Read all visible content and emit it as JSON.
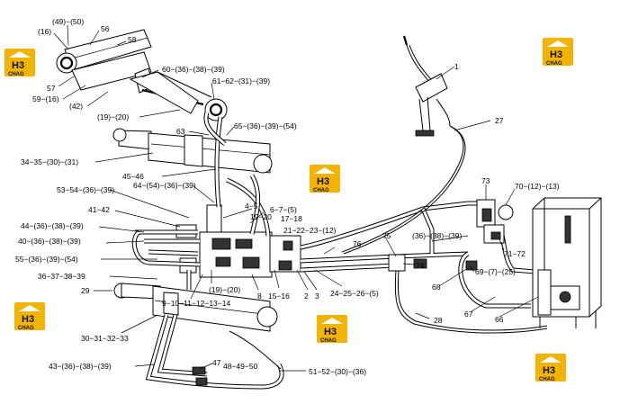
{
  "watermark": {
    "brand_sub": "CHAG"
  },
  "callouts": [
    {
      "id": "c1",
      "text": "(49)−(50)"
    },
    {
      "id": "c2",
      "text": "(16)"
    },
    {
      "id": "c3",
      "text": "56"
    },
    {
      "id": "c4",
      "text": "58"
    },
    {
      "id": "c5",
      "text": "57"
    },
    {
      "id": "c6",
      "text": "59−(16)"
    },
    {
      "id": "c7",
      "text": "(42)"
    },
    {
      "id": "c8",
      "text": "60−(36)−(38)−(39)"
    },
    {
      "id": "c9",
      "text": "61−62−(31)−(39)"
    },
    {
      "id": "c10",
      "text": "(19)−(20)"
    },
    {
      "id": "c11",
      "text": "63"
    },
    {
      "id": "c12",
      "text": "65−(36)−(39)−(54)"
    },
    {
      "id": "c13",
      "text": "34−35−(30)−(31)"
    },
    {
      "id": "c14",
      "text": "45−46"
    },
    {
      "id": "c15",
      "text": "53−54−(36)−(39)"
    },
    {
      "id": "c16",
      "text": "64−(54)−(36)−(39)"
    },
    {
      "id": "c17",
      "text": "41−42"
    },
    {
      "id": "c18",
      "text": "4−5"
    },
    {
      "id": "c19",
      "text": "6−7−(5)"
    },
    {
      "id": "c20",
      "text": "19−20"
    },
    {
      "id": "c21",
      "text": "17−18"
    },
    {
      "id": "c22",
      "text": "44−(36)−(38)−(39)"
    },
    {
      "id": "c23",
      "text": "21−22−23−(12)"
    },
    {
      "id": "c24",
      "text": "40−(36)−(38)−(39)"
    },
    {
      "id": "c25",
      "text": "55−(36)−(39)−(54)"
    },
    {
      "id": "c26",
      "text": "36−37−38−39"
    },
    {
      "id": "c27",
      "text": "29"
    },
    {
      "id": "c28",
      "text": "(19)−(20)"
    },
    {
      "id": "c29",
      "text": "8"
    },
    {
      "id": "c30",
      "text": "15−16"
    },
    {
      "id": "c31",
      "text": "2"
    },
    {
      "id": "c32",
      "text": "3"
    },
    {
      "id": "c33",
      "text": "24−25−26−(5)"
    },
    {
      "id": "c34",
      "text": "9−10−11−12−13−14"
    },
    {
      "id": "c35",
      "text": "30−31−32−33"
    },
    {
      "id": "c36",
      "text": "43−(36)−(38)−(39)"
    },
    {
      "id": "c37",
      "text": "47"
    },
    {
      "id": "c38",
      "text": "48−49−50"
    },
    {
      "id": "c39",
      "text": "51−52−(30)−(36)"
    },
    {
      "id": "c40",
      "text": "1"
    },
    {
      "id": "c41",
      "text": "27"
    },
    {
      "id": "c42",
      "text": "73"
    },
    {
      "id": "c43",
      "text": "70−(12)−(13)"
    },
    {
      "id": "c44",
      "text": "75"
    },
    {
      "id": "c45",
      "text": "(36)−(38)−(39)"
    },
    {
      "id": "c46",
      "text": "76"
    },
    {
      "id": "c47",
      "text": "71−72"
    },
    {
      "id": "c48",
      "text": "74"
    },
    {
      "id": "c49",
      "text": "69−(7)−(25)"
    },
    {
      "id": "c50",
      "text": "68"
    },
    {
      "id": "c51",
      "text": "67"
    },
    {
      "id": "c52",
      "text": "66"
    },
    {
      "id": "c53",
      "text": "28"
    }
  ]
}
